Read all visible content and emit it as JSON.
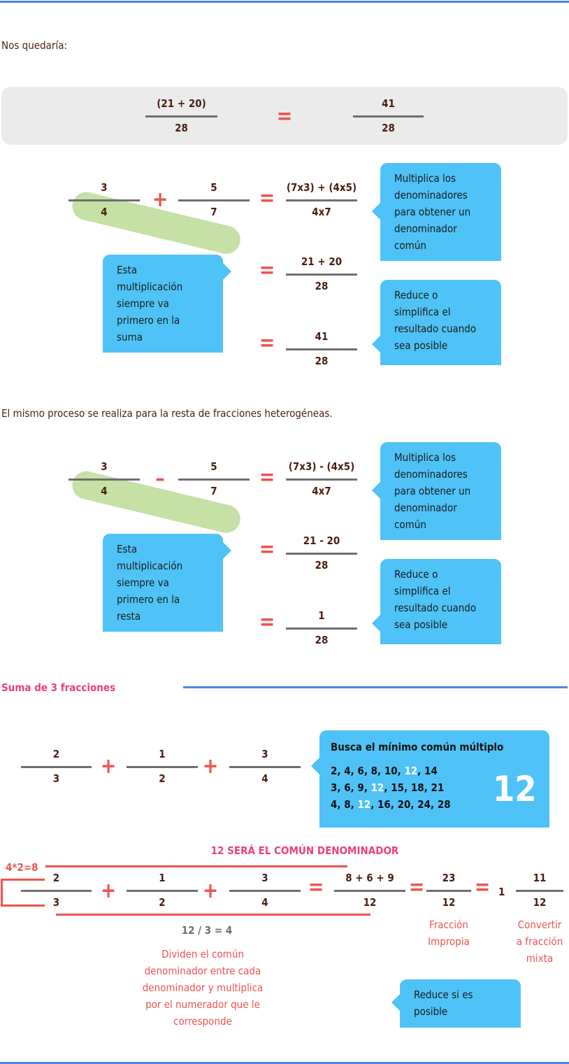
{
  "colors": {
    "accent": "#4a86e8",
    "box": "#4fc3f7",
    "red": "#ef5350",
    "pink": "#ec407a",
    "highlight": "#c5e1a5",
    "text": "#4a1e10"
  },
  "intro": "Nos quedaría:",
  "summary": {
    "left": {
      "num": "(21 + 20)",
      "den": "28"
    },
    "eq": "=",
    "right": {
      "num": "41",
      "den": "28"
    }
  },
  "sum_example": {
    "f1": {
      "num": "3",
      "den": "4"
    },
    "op": "+",
    "f2": {
      "num": "5",
      "den": "7"
    },
    "steps": [
      {
        "eq": "=",
        "num": "(7x3) + (4x5)",
        "den": "4x7"
      },
      {
        "eq": "=",
        "num": "21 + 20",
        "den": "28"
      },
      {
        "eq": "=",
        "num": "41",
        "den": "28"
      }
    ],
    "box_multiply": [
      "Multiplica los",
      "denominadores",
      "para obtener un",
      "denominador",
      "común"
    ],
    "box_first": [
      "Esta",
      "multiplicación",
      "siempre va",
      "primero en la",
      "suma"
    ],
    "box_reduce": [
      "Reduce o",
      "simplifica el",
      "resultado cuando",
      "sea posible"
    ]
  },
  "subtraction_intro": "El mismo proceso se realiza para la resta de fracciones heterogéneas.",
  "sub_example": {
    "f1": {
      "num": "3",
      "den": "4"
    },
    "op": "–",
    "f2": {
      "num": "5",
      "den": "7"
    },
    "steps": [
      {
        "eq": "=",
        "num": "(7x3) - (4x5)",
        "den": "4x7"
      },
      {
        "eq": "=",
        "num": "21 - 20",
        "den": "28"
      },
      {
        "eq": "=",
        "num": "1",
        "den": "28"
      }
    ],
    "box_multiply": [
      "Multiplica los",
      "denominadores",
      "para obtener un",
      "denominador",
      "común"
    ],
    "box_first": [
      "Esta",
      "multiplicación",
      "siempre va",
      "primero en la",
      "resta"
    ],
    "box_reduce": [
      "Reduce o",
      "simplifica el",
      "resultado cuando",
      "sea posible"
    ]
  },
  "three": {
    "heading": "Suma de 3 fracciones",
    "fractions": [
      {
        "num": "2",
        "den": "3"
      },
      {
        "num": "1",
        "den": "2"
      },
      {
        "num": "3",
        "den": "4"
      }
    ],
    "ops": [
      "+",
      "+"
    ],
    "mcm_box": {
      "title": "Busca el mínimo común múltiplo",
      "rows": [
        [
          "2, 4, 6, 8, 10, ",
          "12",
          ", 14"
        ],
        [
          "3, 6, 9, ",
          "12",
          ", 15, 18, 21"
        ],
        [
          "4, 8, ",
          "12",
          ", 16, 20, 24, 28"
        ]
      ],
      "result": "12"
    },
    "common_label": "12 SERÁ EL COMÚN DENOMINADOR",
    "mult_note": "4*2=8",
    "row_fractions": [
      {
        "num": "2",
        "den": "3"
      },
      {
        "num": "1",
        "den": "2"
      },
      {
        "num": "3",
        "den": "4"
      }
    ],
    "row_ops": [
      "+",
      "+",
      "=",
      "=",
      "="
    ],
    "sum_frac": {
      "num": "8 + 6 + 9",
      "den": "12"
    },
    "improper": {
      "num": "23",
      "den": "12"
    },
    "mixed_whole": "1",
    "mixed": {
      "num": "11",
      "den": "12"
    },
    "division_note": "12 / 3 = 4",
    "explain": [
      "Dividen el común",
      "denominador entre cada",
      "denominador y multiplica",
      "por el numerador que le",
      "corresponde"
    ],
    "improper_label": [
      "Fracción",
      "Impropia"
    ],
    "mixed_label": [
      "Convertir",
      "a fracción",
      "mixta"
    ],
    "reduce_box": [
      "Reduce si es",
      "posible"
    ]
  }
}
